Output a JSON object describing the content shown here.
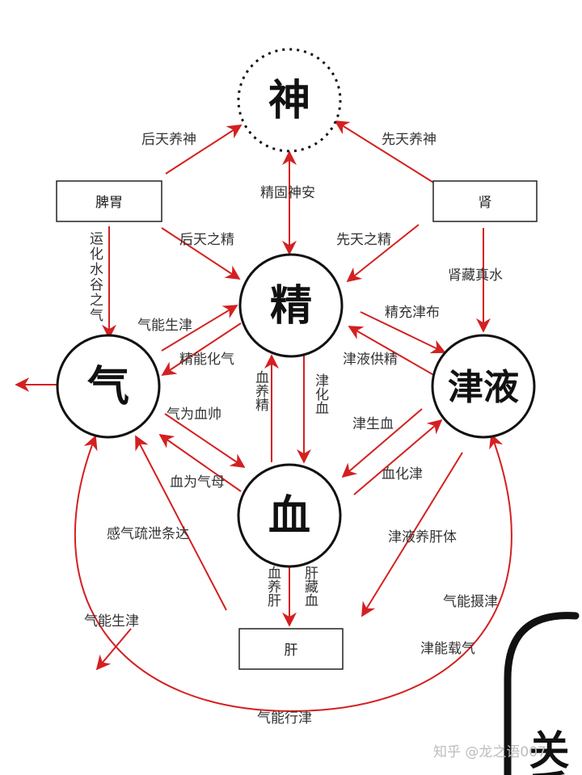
{
  "nodes": {
    "shen": "神",
    "jing": "精",
    "qi": "气",
    "jinye": "津液",
    "xue": "血",
    "piwei": "脾胃",
    "shen_kidney": "肾",
    "gan": "肝"
  },
  "labels": {
    "houtian_yangshen": "后天养神",
    "xiantian_yangshen": "先天养神",
    "jinggu_shenan": "精固神安",
    "houtian_zhijing": "后天之精",
    "xiantian_zhijing": "先天之精",
    "shenzang_zhenshui": "肾藏真水",
    "yunhua_shuigu": "运化水谷之气",
    "qineng_shengjin_upper": "气能生津",
    "jingneng_huaqi": "精能化气",
    "jingchong_jinbu": "精充津布",
    "jinye_gongjing": "津液供精",
    "xue_yangjing": "血养精",
    "jin_huaxue": "津化血",
    "qiwei_xueshuai": "气为血帅",
    "xuewei_qimu": "血为气母",
    "jin_shengxue": "津生血",
    "xue_huajin": "血化津",
    "ganqi_shuxie": "感气疏泄条达",
    "jinye_yanggan": "津液养肝体",
    "xue_yanggan": "血养肝",
    "ganzang_xue": "肝藏血",
    "qineng_shejin": "气能摄津",
    "qineng_shengjin_lower": "气能生津",
    "jinneng_zaiqi": "津能载气",
    "qineng_xingjin": "气能行津"
  },
  "corner_title": "关系",
  "watermark": "知乎 @龙之语007",
  "colors": {
    "arrow": "#d42020",
    "circle": "#111111",
    "text": "#333333"
  }
}
